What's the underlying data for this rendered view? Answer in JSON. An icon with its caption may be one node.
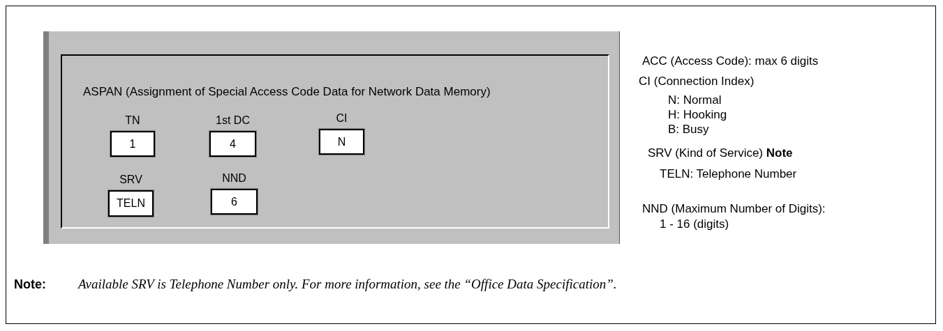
{
  "diagram": {
    "nodes": [
      {
        "text": [
          "ASPAN (Assignment of Special Access Code Data for Network Data Memory)"
        ]
      },
      {
        "text": [
          "TN",
          "1"
        ],
        "in": 0
      },
      {
        "text": [
          "1st DC",
          "4"
        ],
        "in": 0
      },
      {
        "text": [
          "CI",
          "N"
        ],
        "in": 0
      },
      {
        "text": [
          "SRV",
          "TELN"
        ],
        "in": 0
      },
      {
        "text": [
          "NND",
          "6"
        ],
        "in": 0
      }
    ],
    "labels": [
      "ACC (Access Code): max 6 digits",
      "CI (Connection Index)",
      "N: Normal",
      "H: Hooking",
      "B: Busy",
      "SRV (Kind of Service) **Note**",
      "TELN: Telephone Number",
      "NND (Maximum Number of Digits):",
      "1 - 16 (digits)",
      "Note:",
      "Available SRV is Telephone Number only. For more information, see the “Office Data Specification”."
    ]
  }
}
